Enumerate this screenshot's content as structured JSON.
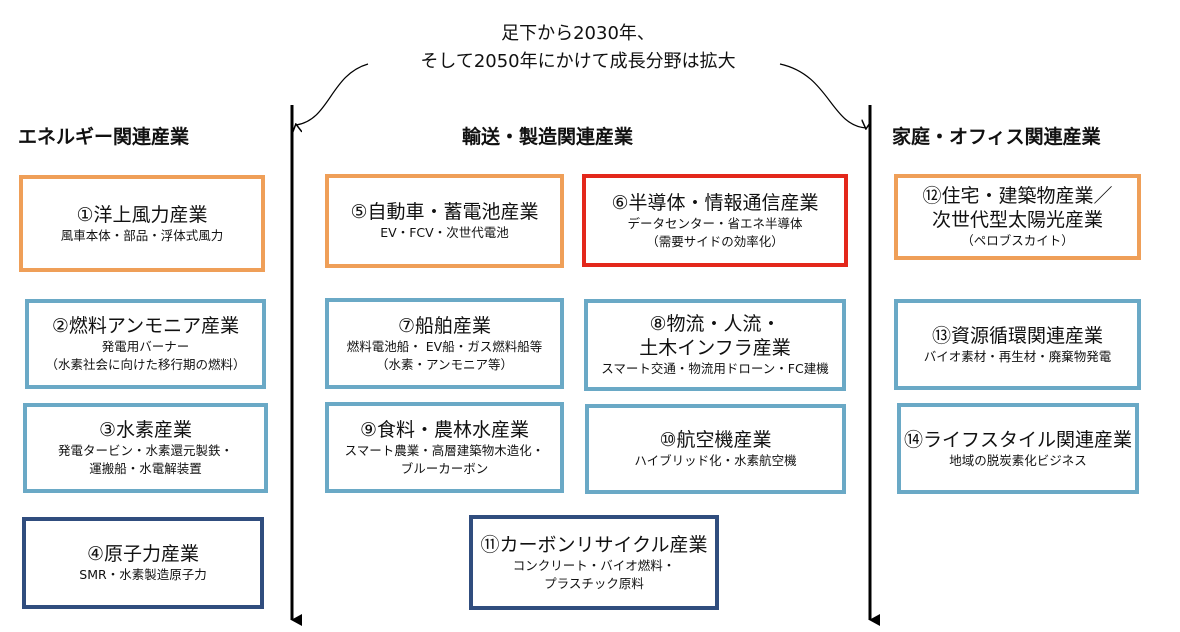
{
  "header": {
    "line1": "足下から2030年、",
    "line2": "そして2050年にかけて成長分野は拡大"
  },
  "categories": [
    "エネルギー関連産業",
    "輸送・製造関連産業",
    "家庭・オフィス関連産業"
  ],
  "colors": {
    "orange": "#ef9f58",
    "blue": "#6aa9c6",
    "navy": "#304d7e",
    "red": "#e3271b"
  },
  "industries": [
    {
      "title": "①洋上風力産業",
      "sub": [
        "風車本体・部品・浮体式風力"
      ],
      "color": "orange"
    },
    {
      "title": "②燃料アンモニア産業",
      "sub": [
        "発電用バーナー",
        "（水素社会に向けた移行期の燃料）"
      ],
      "color": "blue"
    },
    {
      "title": "③水素産業",
      "sub": [
        "発電タービン・水素還元製鉄・",
        "運搬船・水電解装置"
      ],
      "color": "blue"
    },
    {
      "title": "④原子力産業",
      "sub": [
        "SMR・水素製造原子力"
      ],
      "color": "navy"
    },
    {
      "title": "⑤自動車・蓄電池産業",
      "sub": [
        "EV・FCV・次世代電池"
      ],
      "color": "orange"
    },
    {
      "title": "⑥半導体・情報通信産業",
      "sub": [
        "データセンター・省エネ半導体",
        "（需要サイドの効率化）"
      ],
      "color": "red"
    },
    {
      "title": "⑦船舶産業",
      "sub": [
        "燃料電池船・ EV船・ガス燃料船等",
        "（水素・アンモニア等）"
      ],
      "color": "blue"
    },
    {
      "title": "⑧物流・人流・",
      "title2": "土木インフラ産業",
      "sub": [
        "スマート交通・物流用ドローン・FC建機"
      ],
      "color": "blue"
    },
    {
      "title": "⑨食料・農林水産業",
      "sub": [
        "スマート農業・高層建築物木造化・",
        "ブルーカーボン"
      ],
      "color": "blue"
    },
    {
      "title": "⑩航空機産業",
      "sub": [
        "ハイブリッド化・水素航空機"
      ],
      "color": "blue"
    },
    {
      "title": "⑪カーボンリサイクル産業",
      "sub": [
        "コンクリート・バイオ燃料・",
        "プラスチック原料"
      ],
      "color": "navy"
    },
    {
      "title": "⑫住宅・建築物産業／",
      "title2": "次世代型太陽光産業",
      "sub": [
        "（ペロブスカイト）"
      ],
      "color": "orange"
    },
    {
      "title": "⑬資源循環関連産業",
      "sub": [
        "バイオ素材・再生材・廃棄物発電"
      ],
      "color": "blue"
    },
    {
      "title": "⑭ライフスタイル関連産業",
      "sub": [
        "地域の脱炭素化ビジネス"
      ],
      "color": "blue"
    }
  ]
}
